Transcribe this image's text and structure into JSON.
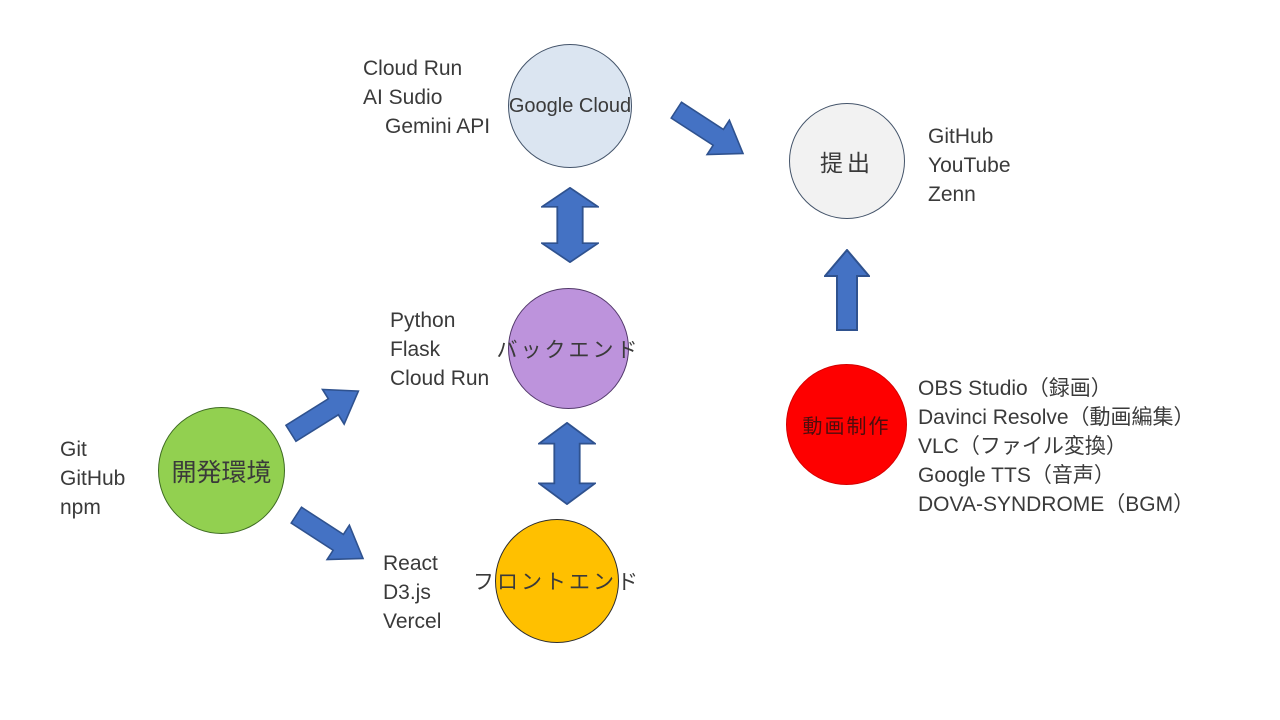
{
  "diagram": {
    "nodes": {
      "google_cloud": {
        "label": "Google Cloud",
        "fill": "#dbe5f1",
        "border": "#44546a"
      },
      "submission": {
        "label": "提出",
        "fill": "#f2f2f2",
        "border": "#44546a"
      },
      "backend": {
        "label": "バックエンド",
        "fill": "#bd93dc",
        "border": "#53396b"
      },
      "frontend": {
        "label": "フロントエンド",
        "fill": "#ffc000",
        "border": "#2e2e2e"
      },
      "dev_environment": {
        "label": "開発環境",
        "fill": "#92d050",
        "border": "#3e6b22"
      },
      "video_production": {
        "label": "動画制作",
        "fill": "#fe0000",
        "border": "#d40000"
      }
    },
    "annotations": {
      "google_cloud_tools": [
        "Cloud Run",
        "AI Sudio",
        "Gemini API"
      ],
      "submission_targets": [
        "GitHub",
        "YouTube",
        "Zenn"
      ],
      "backend_tools": [
        "Python",
        "Flask",
        "Cloud Run"
      ],
      "frontend_tools": [
        "React",
        "D3.js",
        "Vercel"
      ],
      "dev_environment_tools": [
        "Git",
        "GitHub",
        "npm"
      ],
      "video_production_tools": [
        "OBS Studio（録画）",
        "Davinci Resolve（動画編集）",
        "VLC（ファイル変換）",
        "Google TTS（音声）",
        "DOVA-SYNDROME（BGM）"
      ]
    },
    "arrows": {
      "fill": "#4472c4",
      "border": "#2f528f",
      "connections": [
        {
          "from": "google_cloud",
          "to": "submission",
          "type": "single"
        },
        {
          "from": "google_cloud",
          "to": "backend",
          "type": "double"
        },
        {
          "from": "backend",
          "to": "frontend",
          "type": "double"
        },
        {
          "from": "dev_environment",
          "to": "backend_tools",
          "type": "single"
        },
        {
          "from": "dev_environment",
          "to": "frontend_tools",
          "type": "single"
        },
        {
          "from": "video_production",
          "to": "submission",
          "type": "single"
        }
      ]
    }
  }
}
